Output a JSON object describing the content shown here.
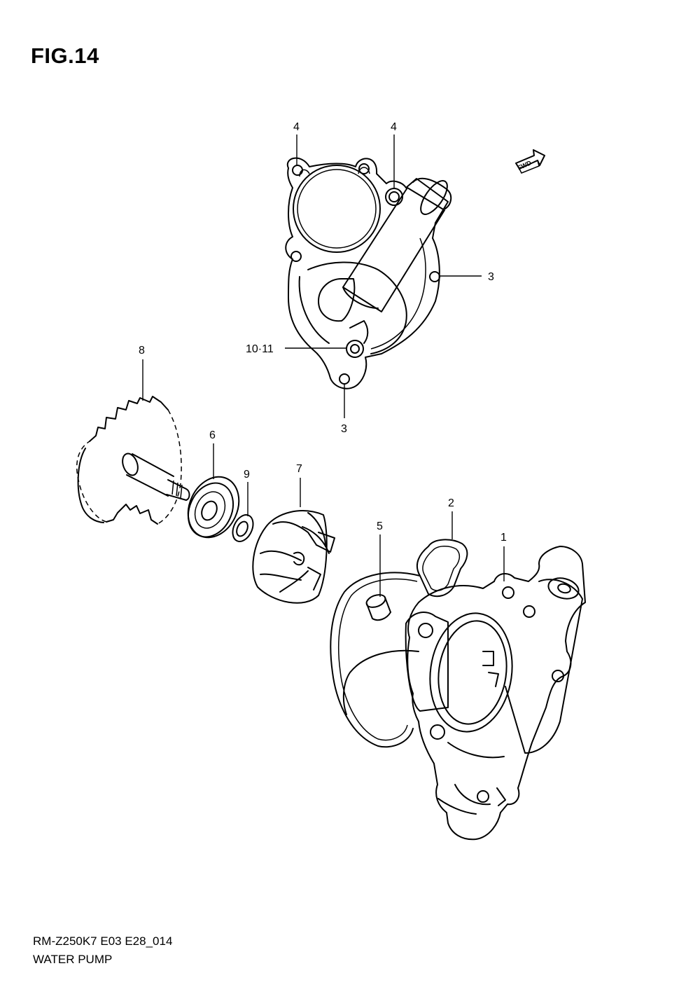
{
  "figure": {
    "title": "FIG.14",
    "model_code": "RM-Z250K7 E03 E28_014",
    "caption": "WATER PUMP"
  },
  "direction_badge": "FWD",
  "callouts": [
    {
      "id": "c4a",
      "label": "4"
    },
    {
      "id": "c4b",
      "label": "4"
    },
    {
      "id": "c3a",
      "label": "3"
    },
    {
      "id": "c1011",
      "label": "10·11"
    },
    {
      "id": "c3b",
      "label": "3"
    },
    {
      "id": "c8",
      "label": "8"
    },
    {
      "id": "c6",
      "label": "6"
    },
    {
      "id": "c9",
      "label": "9"
    },
    {
      "id": "c7",
      "label": "7"
    },
    {
      "id": "c5",
      "label": "5"
    },
    {
      "id": "c2",
      "label": "2"
    },
    {
      "id": "c1",
      "label": "1"
    }
  ]
}
